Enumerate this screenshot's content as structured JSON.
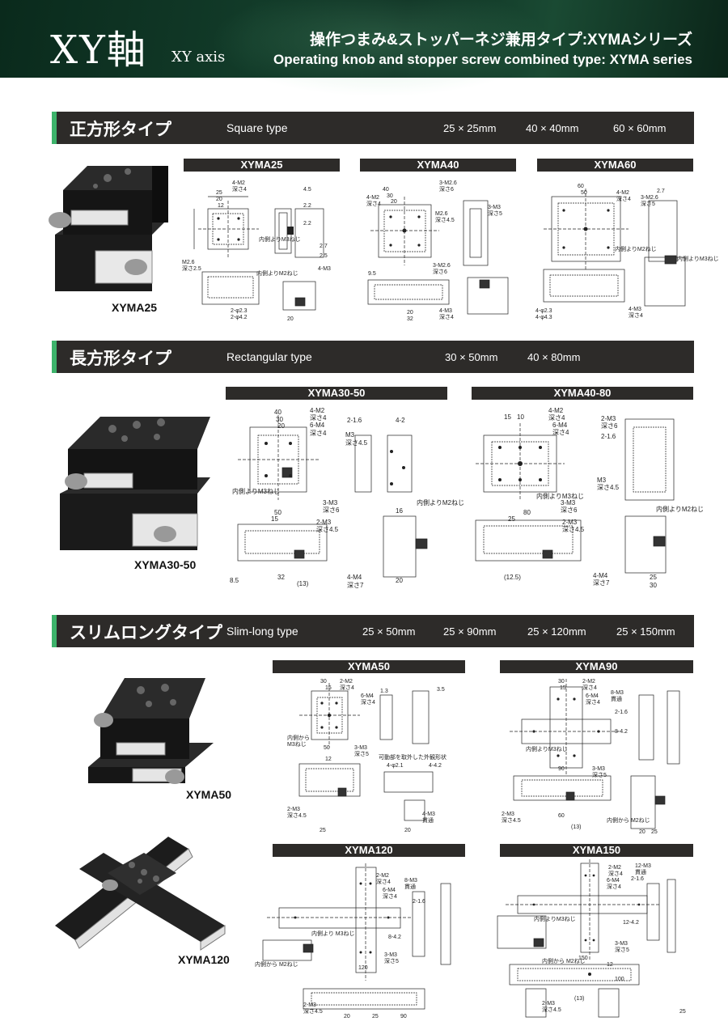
{
  "header": {
    "title": "XY軸",
    "title_en": "XY axis",
    "subtitle_jp": "操作つまみ&ストッパーネジ兼用タイプ:XYMAシリーズ",
    "subtitle_en": "Operating knob and stopper screw combined type: XYMA series"
  },
  "sections": [
    {
      "title_jp": "正方形タイプ",
      "title_en": "Square type",
      "sizes": [
        "25 × 25mm",
        "40 × 40mm",
        "60 × 60mm"
      ],
      "photo_label": "XYMA25",
      "models": [
        "XYMA25",
        "XYMA40",
        "XYMA60"
      ]
    },
    {
      "title_jp": "長方形タイプ",
      "title_en": "Rectangular type",
      "sizes": [
        "30 × 50mm",
        "40 × 80mm"
      ],
      "photo_label": "XYMA30-50",
      "models": [
        "XYMA30-50",
        "XYMA40-80"
      ]
    },
    {
      "title_jp": "スリムロングタイプ",
      "title_en": "Slim-long type",
      "sizes": [
        "25 × 50mm",
        "25 × 90mm",
        "25 × 120mm",
        "25 × 150mm"
      ],
      "photo_labels": [
        "XYMA50",
        "XYMA120"
      ],
      "models": [
        "XYMA50",
        "XYMA90",
        "XYMA120",
        "XYMA150"
      ]
    }
  ],
  "drawing_notes": {
    "xyma25": [
      "4-M2",
      "深さ4",
      "25",
      "20",
      "12",
      "4.5",
      "2.2",
      "2.2",
      "M2.6",
      "深さ2.5",
      "内側よりM3ねじ",
      "4-M3",
      "内側よりM2ねじ",
      "2-φ2.3",
      "2-φ4.2",
      "20",
      "2.7",
      "2.5"
    ],
    "xyma40": [
      "4-M2",
      "深さ4",
      "40",
      "30",
      "20",
      "3-M2.6",
      "深さ6",
      "3-M3",
      "深さ5",
      "M2.6",
      "深さ4.5",
      "9.5",
      "3-M2.6",
      "深さ6",
      "4-M3",
      "深さ4",
      "20",
      "32"
    ],
    "xyma60": [
      "4-M2",
      "深さ4",
      "60",
      "50",
      "3-M2.6",
      "深さ5",
      "内側よりM2ねじ",
      "内側よりM3ねじ",
      "4-M3",
      "深さ4",
      "4-φ2.3",
      "4-φ4.3",
      "2.7"
    ],
    "xyma30_50": [
      "4-M2",
      "深さ4",
      "40",
      "30",
      "20",
      "6-M4",
      "深さ4",
      "2-1.6",
      "4-2",
      "M3",
      "深さ4.5",
      "内側よりM3ねじ",
      "3-M3",
      "深さ6",
      "50",
      "15",
      "2-M3",
      "深さ4.5",
      "16",
      "内側よりM2ねじ",
      "32",
      "(13)",
      "4-M4",
      "深さ7",
      "20",
      "8.5"
    ],
    "xyma40_80": [
      "4-M2",
      "深さ4",
      "15",
      "10",
      "6-M4",
      "深さ4",
      "2-M3",
      "深さ6",
      "2-1.6",
      "M3",
      "深さ4.5",
      "内側よりM3ねじ",
      "3-M3",
      "深さ6",
      "80",
      "25",
      "2-M3",
      "深さ4.5",
      "(12.5)",
      "内側よりM2ねじ",
      "4-M4",
      "深さ7",
      "25",
      "30"
    ],
    "xyma50": [
      "30",
      "15",
      "2-M2",
      "深さ4",
      "6-M4",
      "深さ4",
      "1.3",
      "3.5",
      "内側から",
      "M3ねじ",
      "3-M3",
      "深さ5",
      "50",
      "12",
      "可動部を取外した外観形状",
      "4-φ2.1",
      "4-4.2",
      "2-M3",
      "深さ4.5",
      "4-M3",
      "貫通",
      "20",
      "25"
    ],
    "xyma90": [
      "30",
      "15",
      "2-M2",
      "深さ4",
      "6-M4",
      "深さ4",
      "8-M3",
      "貫通",
      "2-1.6",
      "8-4.2",
      "内側よりM3ねじ",
      "90",
      "3-M3",
      "深さ5",
      "2-M3",
      "深さ4.5",
      "60",
      "(13)",
      "内側から M2ねじ",
      "20",
      "25"
    ],
    "xyma120": [
      "2-M2",
      "深さ4",
      "6-M4",
      "深さ4",
      "8-M3",
      "貫通",
      "2-1.6",
      "8-4.2",
      "内側より M3ねじ",
      "内側から M2ねじ",
      "120",
      "3-M3",
      "深さ5",
      "2-M3",
      "深さ4.5",
      "90",
      "20",
      "25"
    ],
    "xyma150": [
      "2-M2",
      "深さ4",
      "6-M4",
      "深さ4",
      "12-M3",
      "貫通",
      "2-1.6",
      "12-4.2",
      "内側よりM3ねじ",
      "内側から M2ねじ",
      "3-M3",
      "深さ5",
      "150",
      "100",
      "12",
      "2-M3",
      "深さ4.5",
      "(13)",
      "25"
    ]
  },
  "colors": {
    "header_bg": "#123b29",
    "section_bar": "#2d2b29",
    "section_accent": "#3db36b",
    "text": "#111111"
  }
}
